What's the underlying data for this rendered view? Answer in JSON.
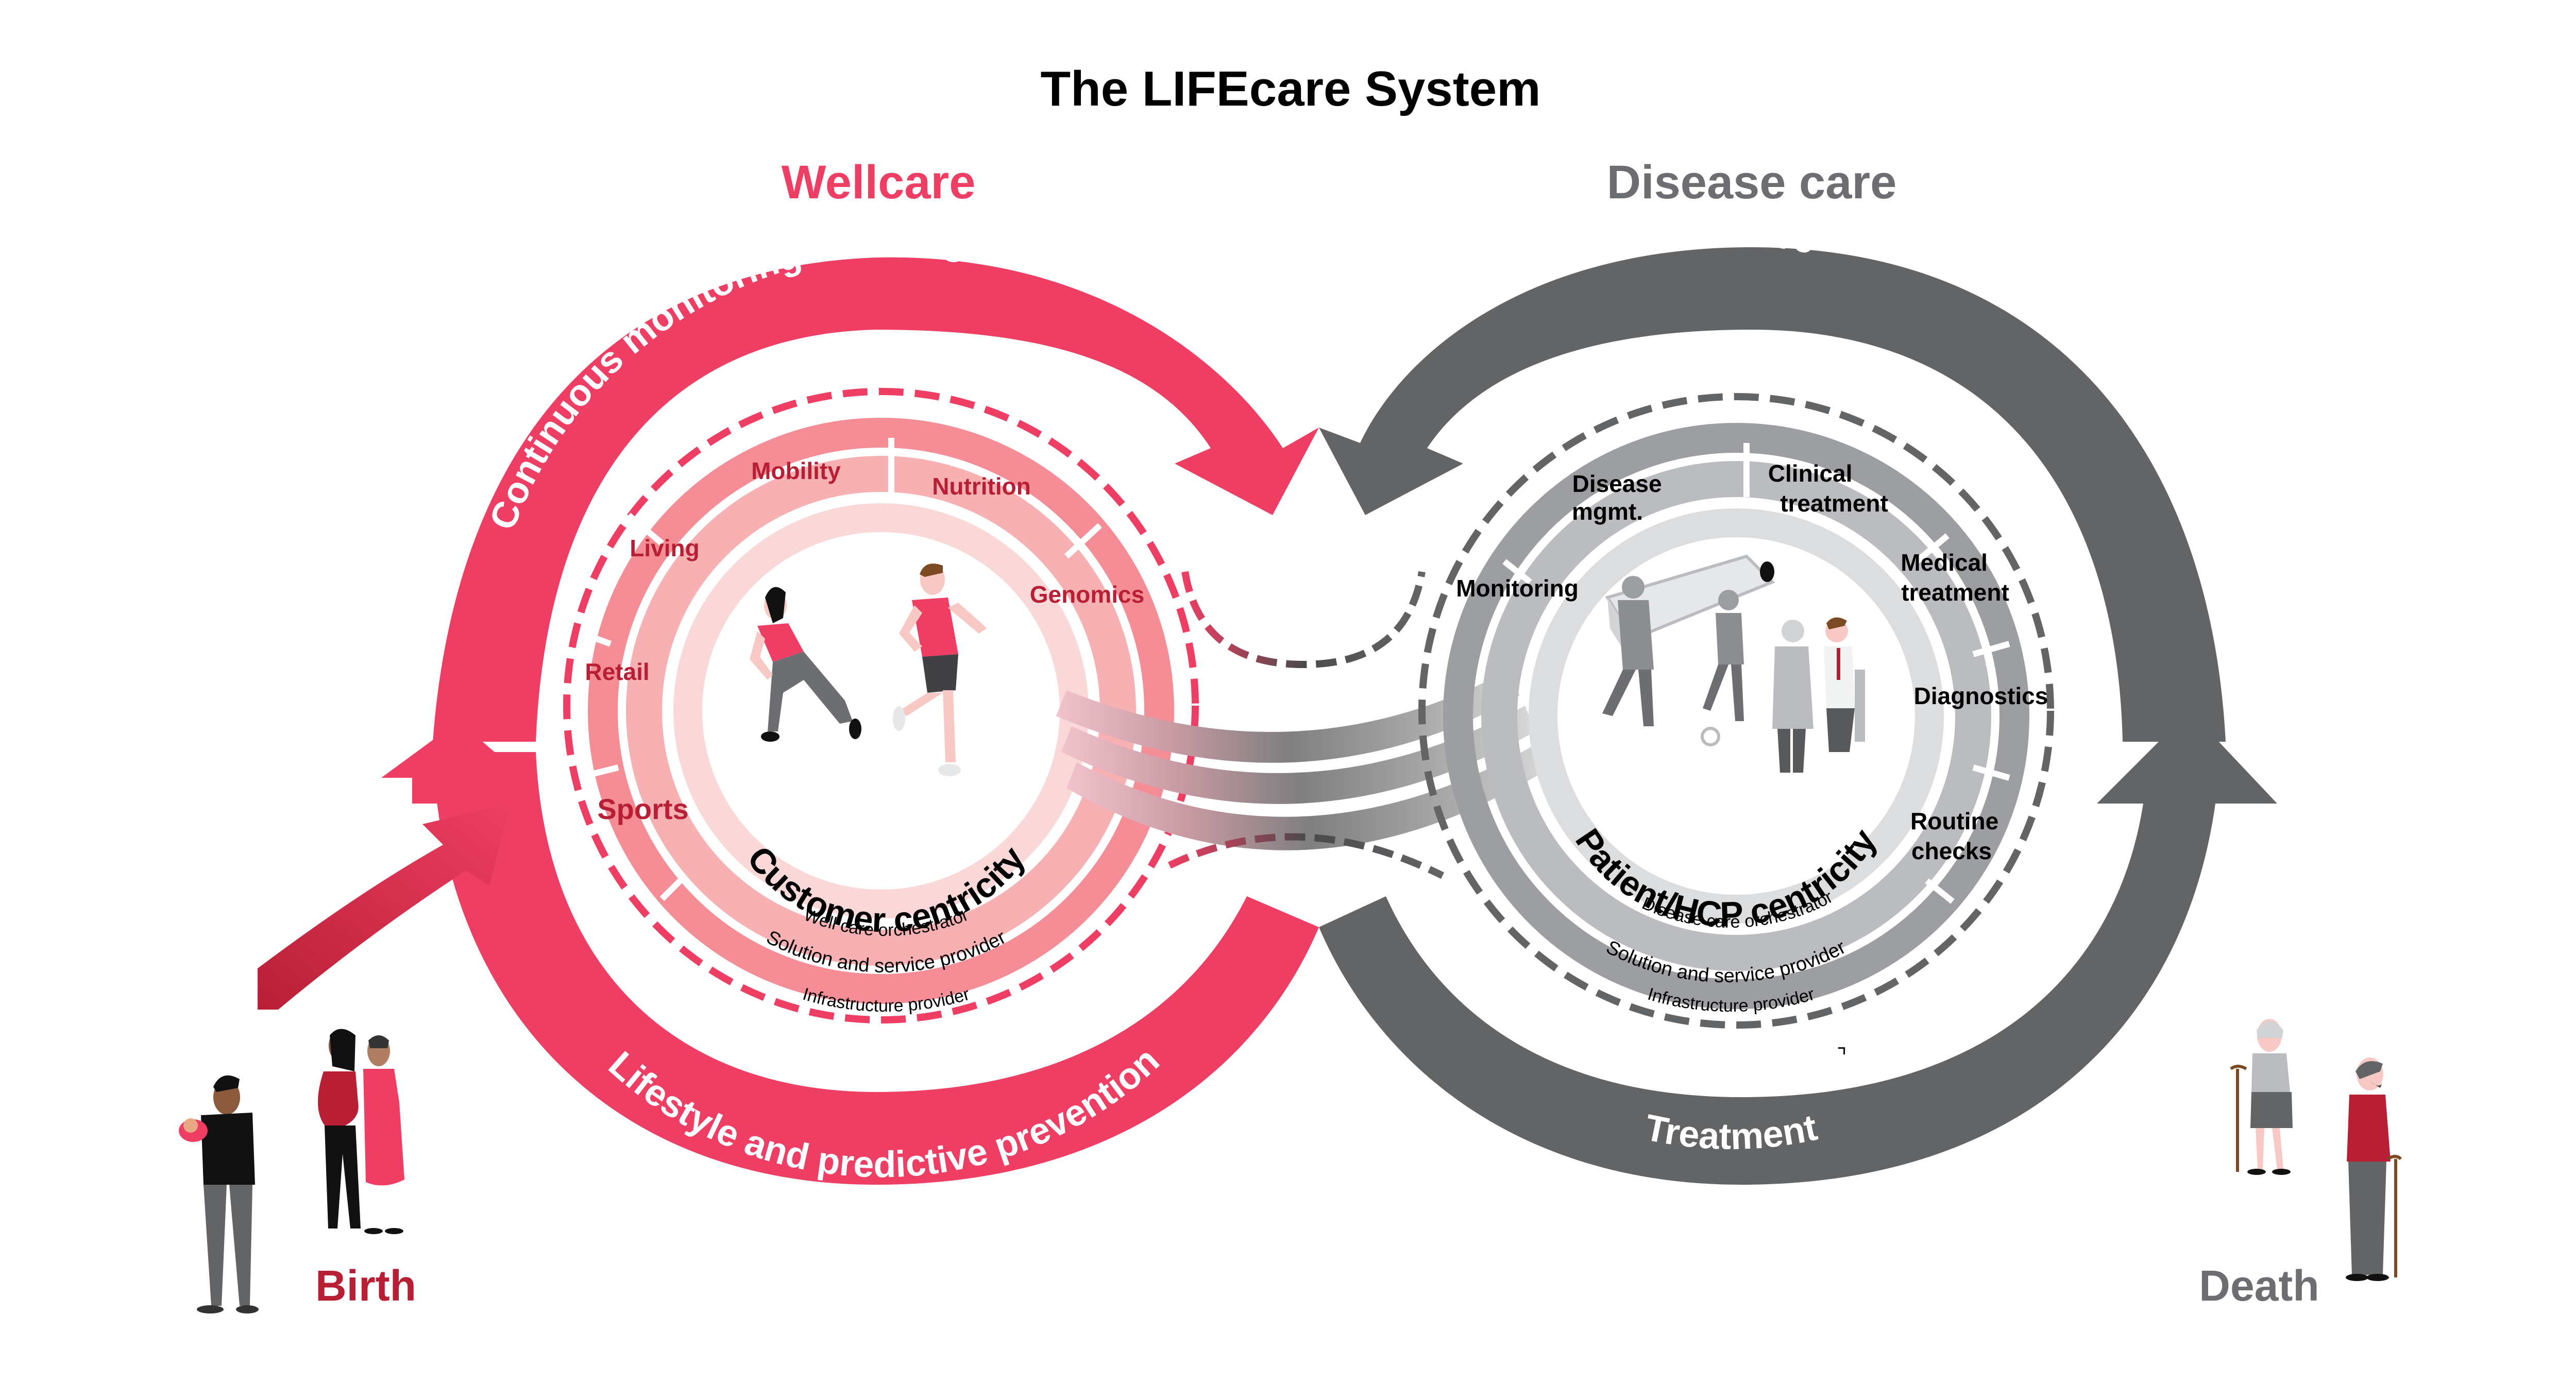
{
  "title": "The LIFEcare System",
  "colors": {
    "wellcare_red": "#ee3e63",
    "birth_red": "#b81f35",
    "disease_gray": "#636466",
    "death_gray": "#6d6e71",
    "pink_ring_outer": "#f48d96",
    "pink_ring_mid": "#f7b1b3",
    "pink_ring_inner": "#fbd8d8",
    "gray_ring_outer": "#9d9ea1",
    "gray_ring_mid": "#bbbcbf",
    "gray_ring_inner": "#dcdddf"
  },
  "wellcare": {
    "heading": "Wellcare",
    "outer_arrow_top": "Continuous monitoring and diagnosis",
    "outer_arrow_bottom": "Lifestyle and predictive prevention",
    "segments": [
      "Mobility",
      "Nutrition",
      "Genomics",
      "Living",
      "Retail",
      "Sports"
    ],
    "center_label": "Customer centricity",
    "layers": [
      "Well care orchestrator",
      "Solution and service provider",
      "Infrastructure provider"
    ],
    "illustration": "runners-icon"
  },
  "disease_care": {
    "heading": "Disease care",
    "outer_arrow_top": "After care",
    "outer_arrow_bottom": "Treatment",
    "segments": [
      {
        "line1": "Disease",
        "line2": "mgmt."
      },
      {
        "line1": "Clinical",
        "line2": "treatment"
      },
      {
        "line1": "Monitoring",
        "line2": ""
      },
      {
        "line1": "Medical",
        "line2": "treatment"
      },
      {
        "line1": "Diagnostics",
        "line2": ""
      },
      {
        "line1": "Routine",
        "line2": "checks"
      }
    ],
    "center_label": "Patient/HCP centricity",
    "layers": [
      "Disease care orchestrator",
      "Solution and service provider",
      "Infrastructure provider"
    ],
    "illustration": "hospital-staff-icon",
    "stray_mark": "⌝"
  },
  "life_stages": {
    "start": "Birth",
    "end": "Death"
  }
}
